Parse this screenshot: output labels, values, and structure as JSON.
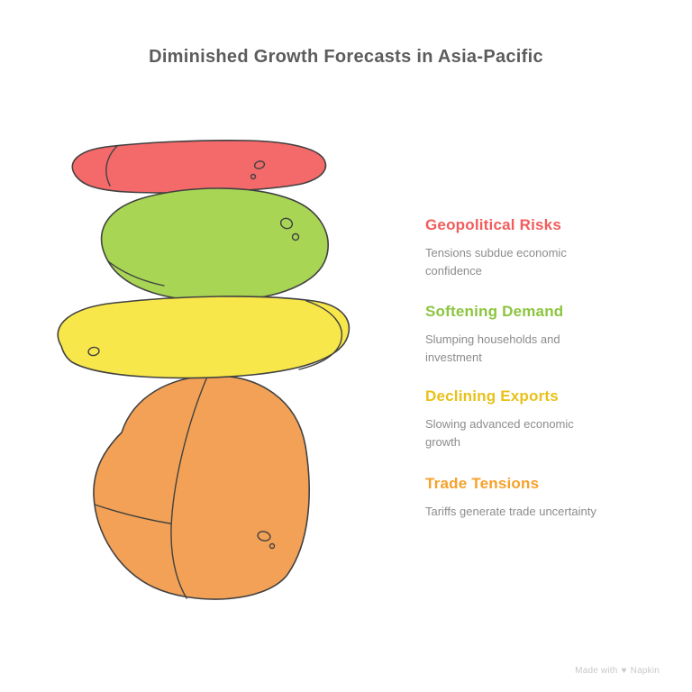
{
  "title": "Diminished Growth Forecasts in Asia-Pacific",
  "title_color": "#5c5c5c",
  "description_color": "#8c8c8c",
  "stone_outline_color": "#414141",
  "items": [
    {
      "heading": "Geopolitical Risks",
      "description": "Tensions subdue economic confidence",
      "color": "#f4696a",
      "heading_color": "#f25c5c"
    },
    {
      "heading": "Softening Demand",
      "description": "Slumping households and investment",
      "color": "#a8d654",
      "heading_color": "#8cc540"
    },
    {
      "heading": "Declining Exports",
      "description": "Slowing advanced economic growth",
      "color": "#f8e74b",
      "heading_color": "#e9c119"
    },
    {
      "heading": "Trade Tensions",
      "description": "Tariffs generate trade uncertainty",
      "color": "#f3a156",
      "heading_color": "#f5a12b"
    }
  ],
  "watermark": {
    "prefix": "Made with",
    "heart": "♥",
    "brand": "Napkin"
  }
}
